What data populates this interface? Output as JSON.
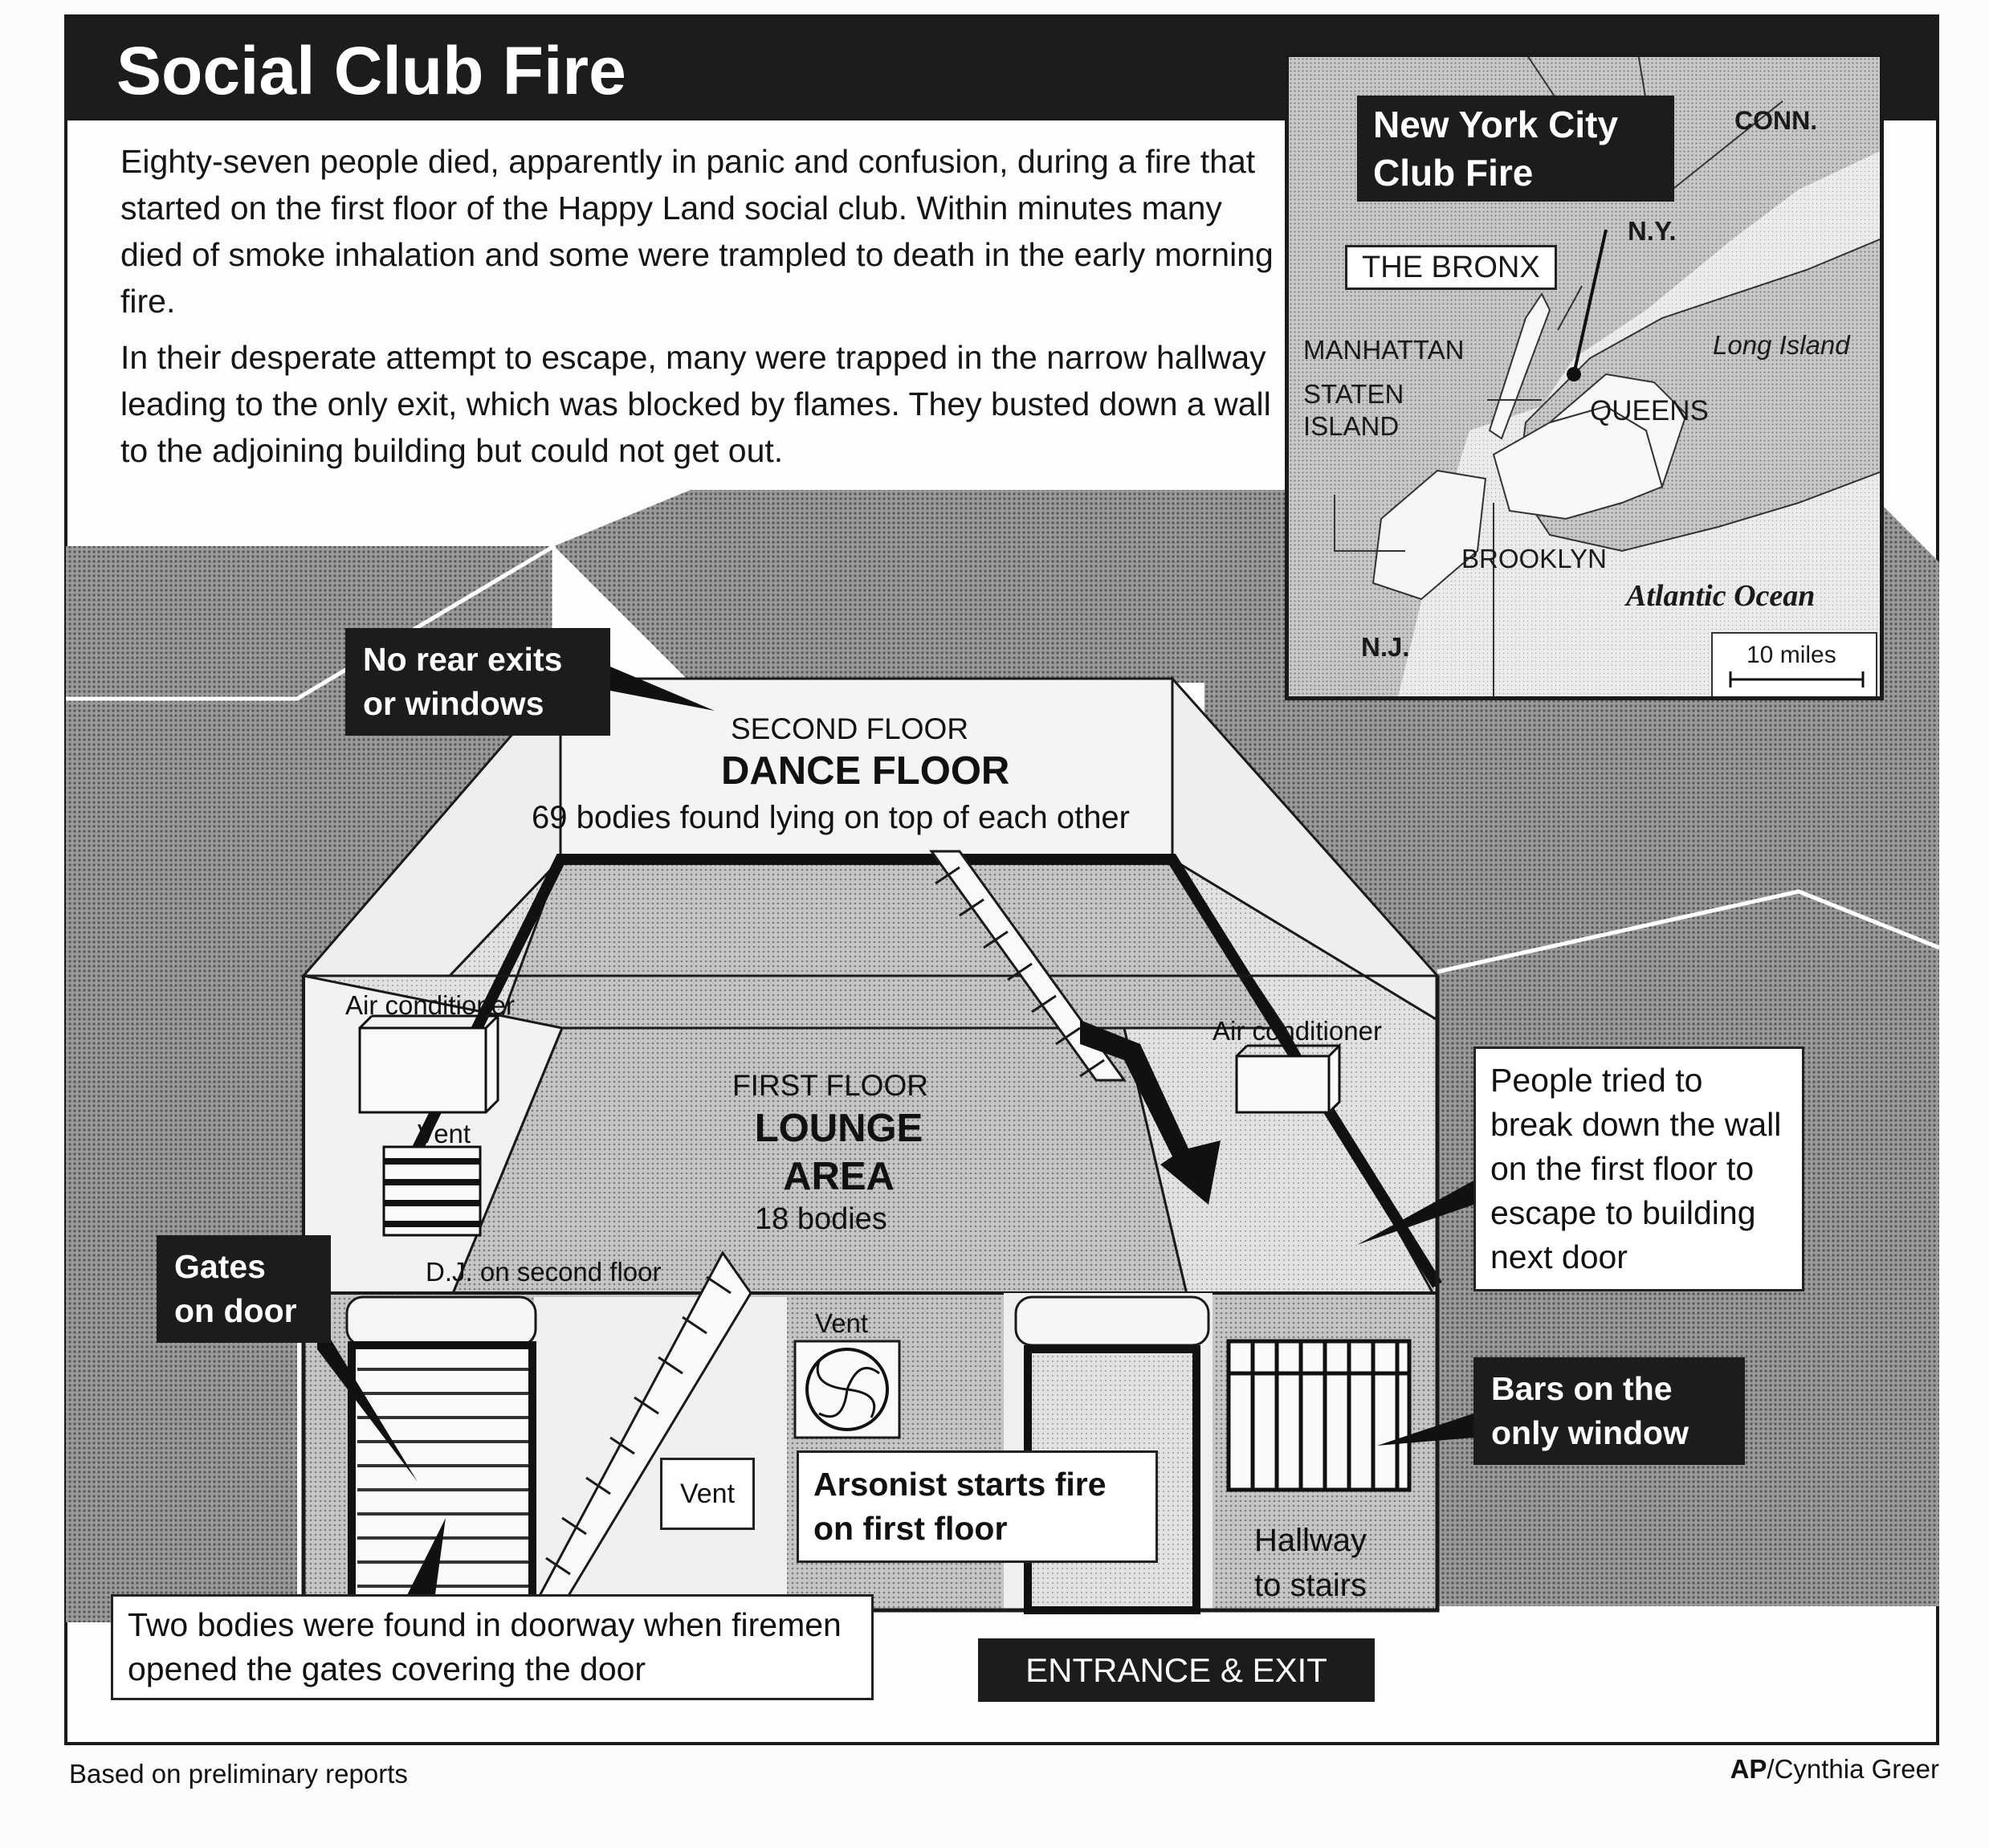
{
  "title": "Social Club Fire",
  "intro": {
    "p1": "Eighty-seven people died, apparently in panic and confusion, during a fire that started on the first floor of the Happy Land social club. Within minutes many died of smoke inhalation and some were trampled to death in the early morning fire.",
    "p2": "In their desperate attempt to escape, many were trapped in the narrow hallway leading to the only exit, which was blocked by flames. They busted down a wall to the adjoining building but could not get out."
  },
  "map": {
    "title": "New York City Club Fire",
    "labels": {
      "bronx": "THE BRONX",
      "conn": "CONN.",
      "ny": "N.Y.",
      "manhattan": "MANHATTAN",
      "staten_island": "STATEN ISLAND",
      "queens": "QUEENS",
      "long_island": "Long Island",
      "brooklyn": "BROOKLYN",
      "atlantic": "Atlantic Ocean",
      "nj": "N.J.",
      "scale": "10 miles"
    }
  },
  "diagram": {
    "second_floor": {
      "label": "SECOND FLOOR",
      "name": "DANCE FLOOR",
      "note": "69 bodies found lying on top of each other"
    },
    "first_floor": {
      "label": "FIRST FLOOR",
      "name": "LOUNGE AREA",
      "note": "18 bodies"
    },
    "air_conditioner_left": "Air conditioner",
    "air_conditioner_right": "Air conditioner",
    "vent_upper": "Vent",
    "vent_fan": "Vent",
    "vent_box": "Vent",
    "dj": "D.J. on second floor",
    "hallway": "Hallway to stairs",
    "callouts": {
      "no_rear_exits": "No rear exits or windows",
      "gates_on_door": "Gates on door",
      "people_tried": "People tried to break down the wall on the first floor to escape to building next door",
      "bars_window": "Bars on the only window",
      "arsonist": "Arsonist starts fire on first floor",
      "two_bodies": "Two bodies were found in doorway when firemen opened the gates covering the door",
      "entrance_exit": "ENTRANCE & EXIT"
    }
  },
  "footer": {
    "source": "Based on preliminary reports",
    "credit_org": "AP",
    "credit_name": "/Cynthia Greer"
  },
  "colors": {
    "ink": "#1c1c1c",
    "halftone_dark": "#8a8a8a",
    "halftone_mid": "#b4b4b4",
    "halftone_light": "#d2d2d2",
    "paper": "#fdfdfd"
  }
}
